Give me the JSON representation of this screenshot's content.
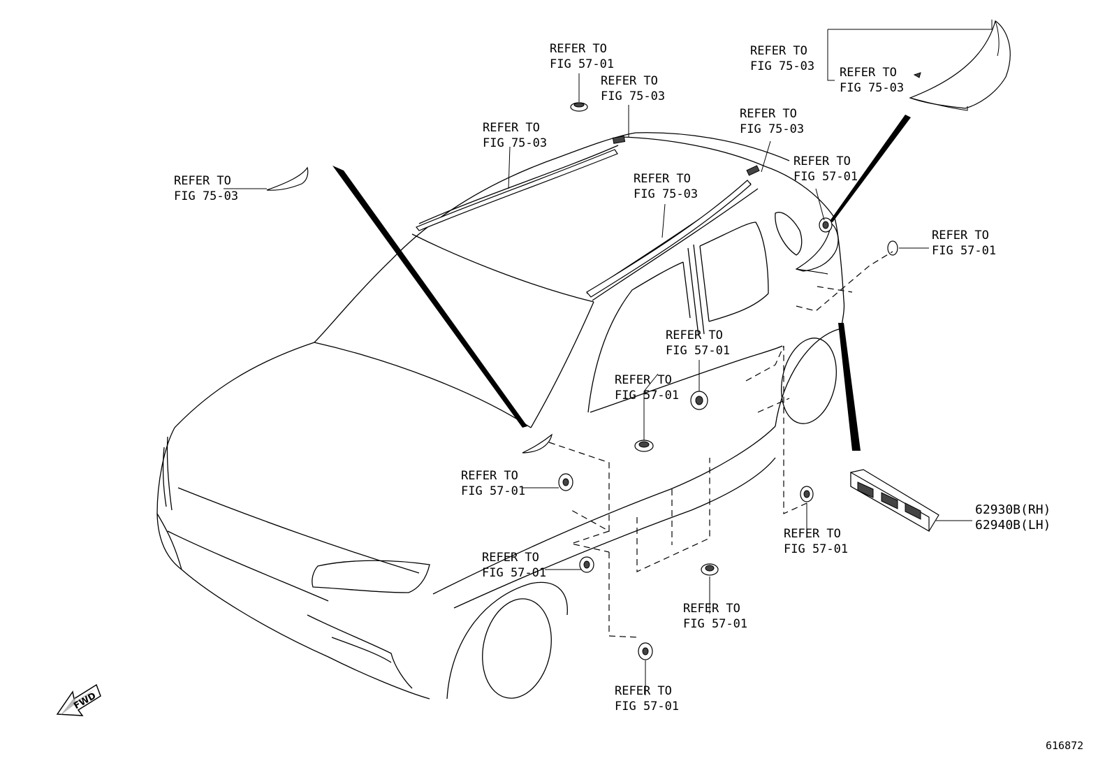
{
  "callouts": {
    "c1": [
      "REFER TO",
      "FIG 57-01"
    ],
    "c2": [
      "REFER TO",
      "FIG 75-03"
    ],
    "c3": [
      "REFER TO",
      "FIG 75-03"
    ],
    "c4": [
      "REFER TO",
      "FIG 75-03"
    ],
    "c5": [
      "REFER TO",
      "FIG 75-03"
    ],
    "c6": [
      "REFER TO",
      "FIG 75-03"
    ],
    "c7": [
      "REFER TO",
      "FIG 75-03"
    ],
    "c8": [
      "REFER TO",
      "FIG 75-03"
    ],
    "c9": [
      "REFER TO",
      "FIG 57-01"
    ],
    "c10": [
      "REFER TO",
      "FIG 57-01"
    ],
    "c11": [
      "REFER TO",
      "FIG 57-01"
    ],
    "c12": [
      "REFER TO",
      "FIG 57-01"
    ],
    "c13": [
      "REFER TO",
      "FIG 57-01"
    ],
    "c14": [
      "REFER TO",
      "FIG 57-01"
    ],
    "c15": [
      "REFER TO",
      "FIG 57-01"
    ],
    "c16": [
      "REFER TO",
      "FIG 57-01"
    ],
    "c17": [
      "REFER TO",
      "FIG 57-01"
    ]
  },
  "part_numbers": [
    "62930B(RH)",
    "62940B(LH)"
  ],
  "fwd_label": "FWD",
  "diagram_id": "616872"
}
